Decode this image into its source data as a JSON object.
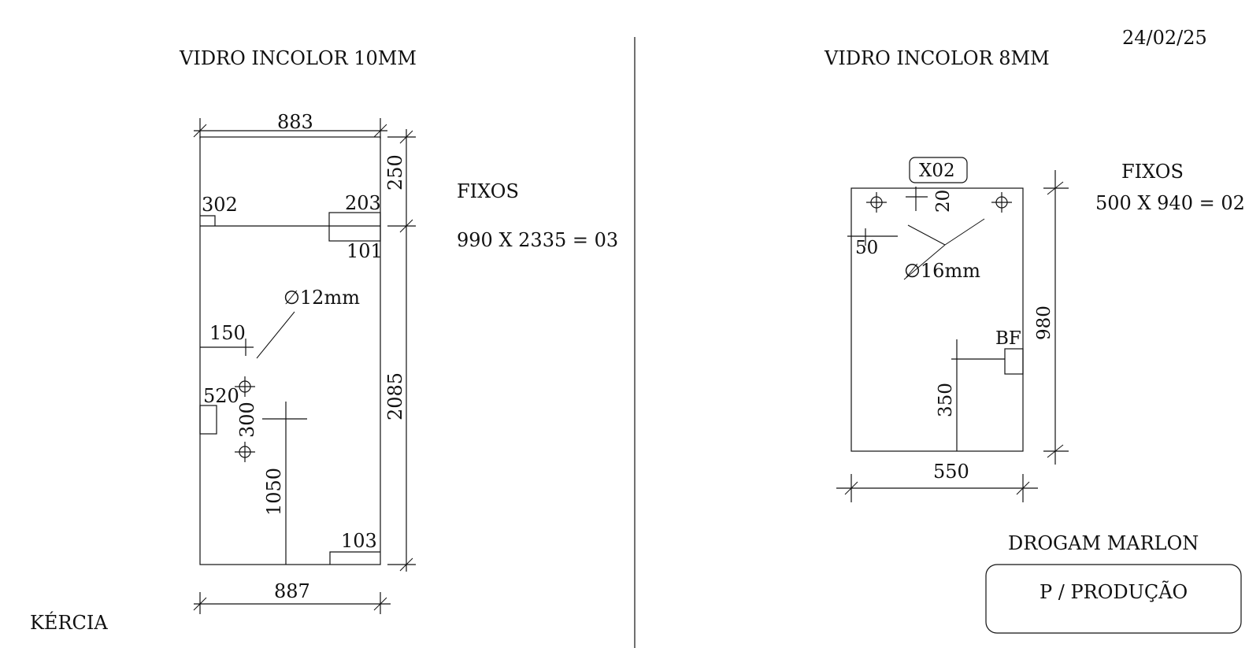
{
  "date": "24/02/25",
  "left_panel": {
    "title": "VIDRO INCOLOR 10MM",
    "note_label": "FIXOS",
    "note_value": "990 X 2335 = 03",
    "dims": {
      "top_width": "883",
      "bottom_width": "887",
      "top_height": "250",
      "main_height": "2085",
      "notch_left": "302",
      "notch_right_top": "203",
      "notch_right_bottom": "101",
      "hole_diameter": "∅12mm",
      "offset_150": "150",
      "notch_520": "520",
      "spacing_300": "300",
      "height_1050": "1050",
      "notch_103": "103"
    },
    "client": "KÉRCIA"
  },
  "right_panel": {
    "title": "VIDRO INCOLOR 8MM",
    "note_label": "FIXOS",
    "note_value": "500 X 940 = 02",
    "dims": {
      "label_x02": "X02",
      "dim_20": "20",
      "dim_50": "50",
      "hole_diameter": "∅16mm",
      "label_bf": "BF",
      "height_980": "980",
      "height_350": "350",
      "width_550": "550"
    },
    "customer": "DROGAM MARLON",
    "stamp": "P / PRODUÇÃO"
  }
}
